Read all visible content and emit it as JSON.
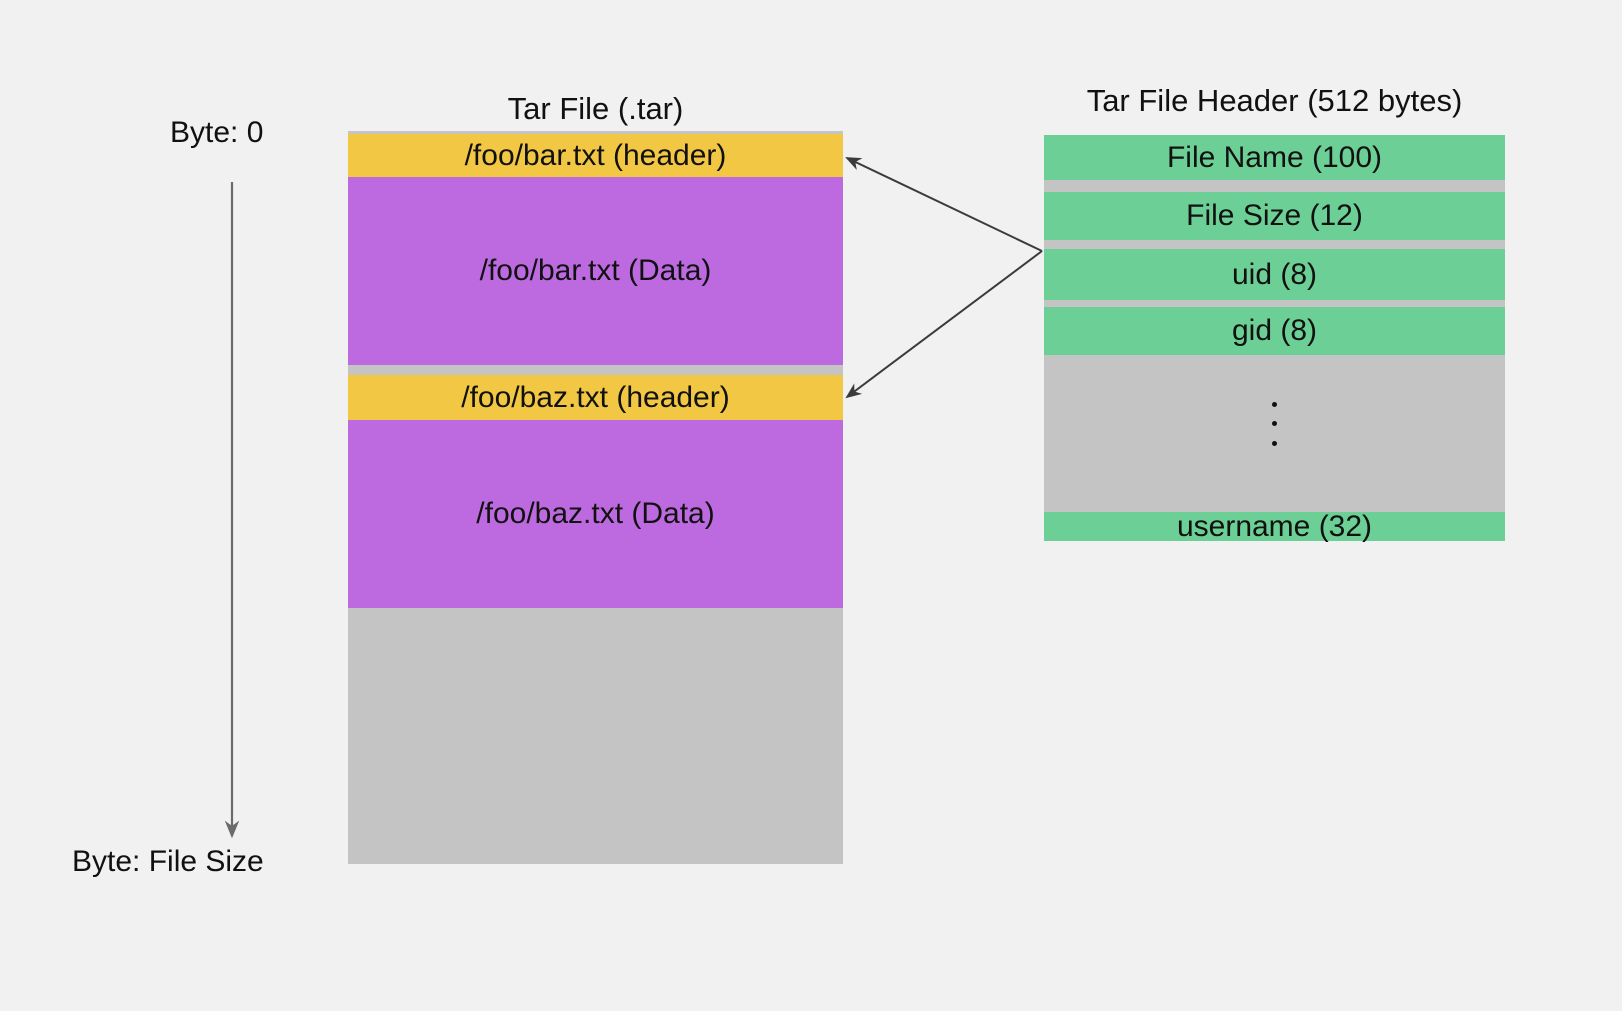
{
  "diagram": {
    "background_color": "#f1f1f1",
    "colors": {
      "header_block": "#f2c744",
      "data_block": "#bd6ae0",
      "empty_block": "#c4c4c4",
      "field_block": "#6ccf95",
      "gap_block": "#c4c4c4",
      "text": "#111111",
      "arrow": "#3b3b3b"
    }
  },
  "axis": {
    "start_label": "Byte: 0",
    "end_label": "Byte: File Size"
  },
  "tar_file": {
    "title": "Tar File (.tar)",
    "segments": [
      {
        "label": "/foo/bar.txt (header)",
        "kind": "header"
      },
      {
        "label": "/foo/bar.txt (Data)",
        "kind": "data"
      },
      {
        "label": "",
        "kind": "empty"
      },
      {
        "label": "/foo/baz.txt (header)",
        "kind": "header"
      },
      {
        "label": "/foo/baz.txt (Data)",
        "kind": "data"
      },
      {
        "label": "",
        "kind": "empty"
      }
    ]
  },
  "tar_header": {
    "title": "Tar File Header (512 bytes)",
    "fields": [
      {
        "label": "File Name (100)",
        "kind": "field"
      },
      {
        "label": "",
        "kind": "gap"
      },
      {
        "label": "File Size (12)",
        "kind": "field"
      },
      {
        "label": "",
        "kind": "gap"
      },
      {
        "label": "uid (8)",
        "kind": "field"
      },
      {
        "label": "",
        "kind": "gap"
      },
      {
        "label": "gid (8)",
        "kind": "field"
      },
      {
        "label": "",
        "kind": "ellipsis"
      },
      {
        "label": "username (32)",
        "kind": "field"
      }
    ]
  }
}
